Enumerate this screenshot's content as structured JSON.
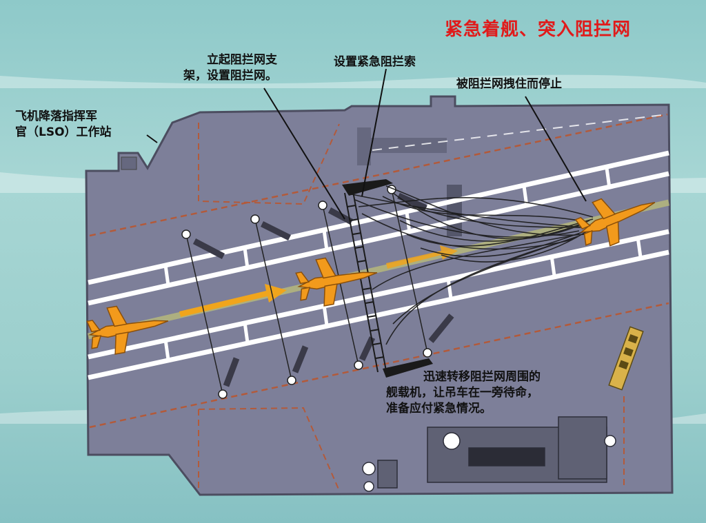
{
  "title": "紧急着舰、突入阻拦网",
  "annotations": {
    "lso_station": [
      "飞机降落指挥军",
      "官（LSO）工作站"
    ],
    "raise_barricade": [
      "立起阻拦网支",
      "架，设置阻拦网。"
    ],
    "set_cable": [
      "设置紧急阻拦索"
    ],
    "caught": [
      "被阻拦网拽住而停止"
    ],
    "clear_aircraft": [
      "迅速转移阻拦网周围的",
      "舰载机，让吊车在一旁待命，",
      "准备应付紧急情况。"
    ]
  },
  "colors": {
    "title": "#e01b1b",
    "sea": "#9ccfcd",
    "deck": "#7d7f99",
    "deck_dark": "#66687f",
    "lines": "#ffffff",
    "dashed_edge": "#b35a3a",
    "aircraft": "#f29a1c",
    "arrow": "#f0a51c",
    "barricade": "#1a1a1a"
  }
}
